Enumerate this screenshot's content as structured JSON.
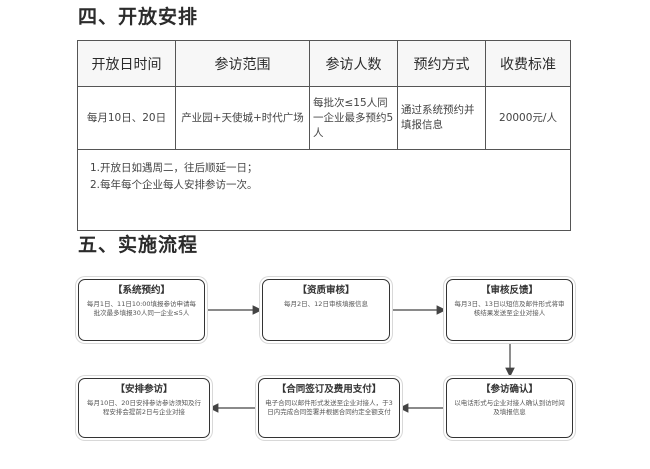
{
  "section4": {
    "title": "四、开放安排"
  },
  "table": {
    "headers": [
      "开放日时间",
      "参访范围",
      "参访人数",
      "预约方式",
      "收费标准"
    ],
    "row": [
      "每月10日、20日",
      "产业园+天使城+时代广场",
      "每批次≤15人同一企业最多预约5人",
      "通过系统预约并填报信息",
      "20000元/人"
    ],
    "notes": [
      "1.开放日如遇周二，往后顺延一日；",
      "2.每年每个企业每人安排参访一次。"
    ]
  },
  "section5": {
    "title": "五、实施流程"
  },
  "flow": {
    "steps": [
      {
        "title": "【系统预约】",
        "desc": "每月1日、11日10:00填报参访申请每批次最多填报30人同一企业≤5人"
      },
      {
        "title": "【资质审核】",
        "desc": "每月2日、12日审核填报信息"
      },
      {
        "title": "【审核反馈】",
        "desc": "每月3日、13日以短信及邮件形式将审核结果发送至企业对接人"
      },
      {
        "title": "【参访确认】",
        "desc": "以电话形式与企业对接人确认到访时间及填报信息"
      },
      {
        "title": "【合同签订及费用支付】",
        "desc": "电子合同以邮件形式发送至企业对接人，于3日内完成合同签署并根据合同约定全额支付"
      },
      {
        "title": "【安排参访】",
        "desc": "每月10日、20日安排参访参访须知及行程安排会提前2日与企业对接"
      }
    ]
  }
}
